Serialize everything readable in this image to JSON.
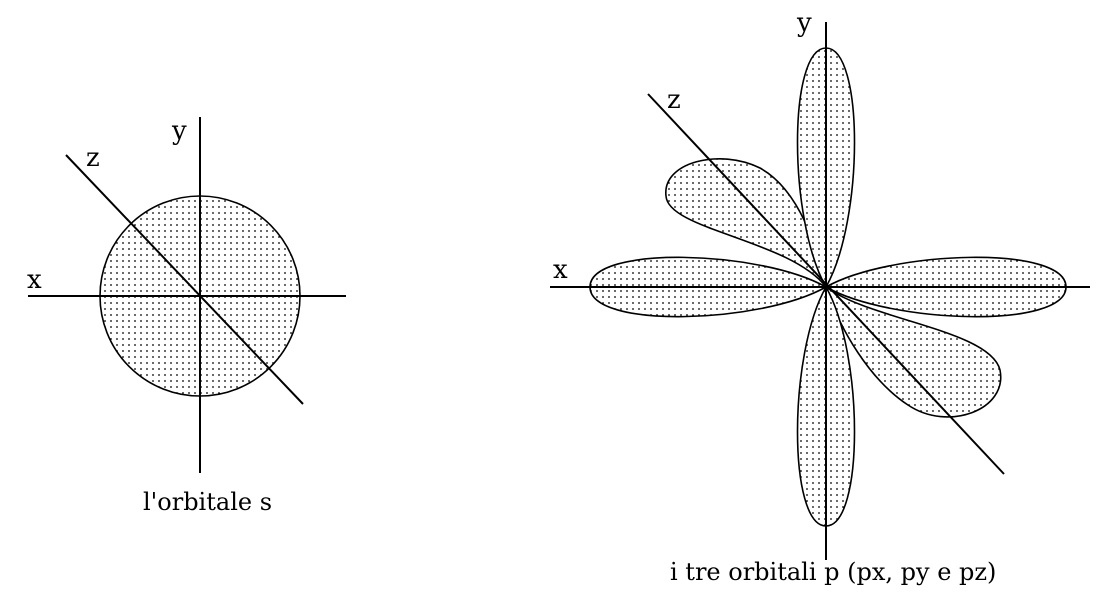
{
  "s_orbital": {
    "axis_x": "x",
    "axis_y": "y",
    "axis_z": "z",
    "caption": "l'orbitale s"
  },
  "p_orbitals": {
    "axis_x": "x",
    "axis_y": "y",
    "axis_z": "z",
    "caption": "i tre orbitali p (px, py e pz)"
  }
}
